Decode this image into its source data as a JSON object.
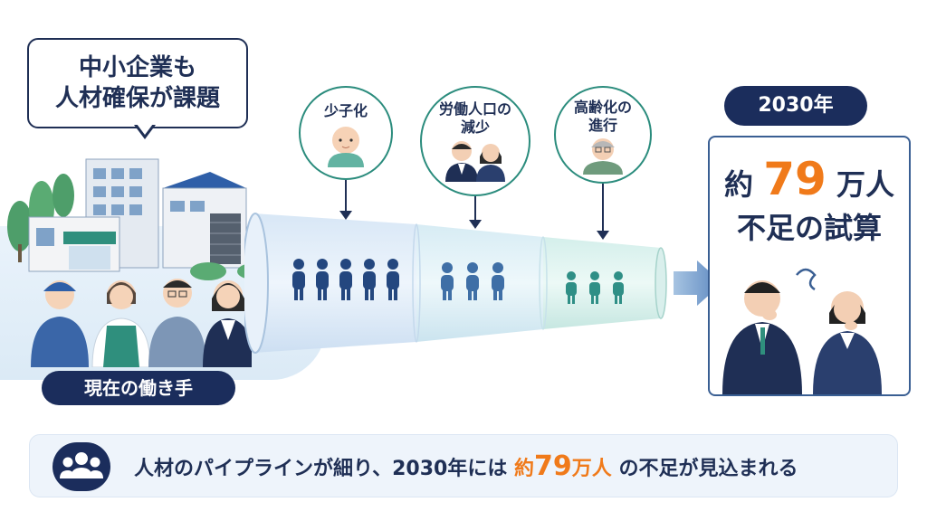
{
  "bubble": {
    "line1": "中小企業も",
    "line2": "人材確保が課題"
  },
  "current_workers_label": "現在の働き手",
  "causes": [
    {
      "line1": "少子化",
      "line2": ""
    },
    {
      "line1": "労働人口の",
      "line2": "減少"
    },
    {
      "line1": "高齢化の",
      "line2": "進行"
    }
  ],
  "year_label": "2030年",
  "result": {
    "prefix": "約",
    "number": "79",
    "unit": "万人",
    "line2": "不足の試算"
  },
  "summary": {
    "before": "人材のパイプラインが細り、2030年には ",
    "prefix": "約",
    "number": "79",
    "unit": "万人",
    "after": " の不足が見込まれる"
  },
  "colors": {
    "navy": "#1b2d5c",
    "teal": "#2b8c7d",
    "orange": "#f07a1a",
    "people_stage1": "#24477f",
    "people_stage2": "#3f6fa6",
    "people_stage3": "#2f8f86"
  },
  "icons": [
    "group-icon",
    "baby-icon",
    "workers-icon",
    "elderly-icon",
    "confused-icon"
  ]
}
